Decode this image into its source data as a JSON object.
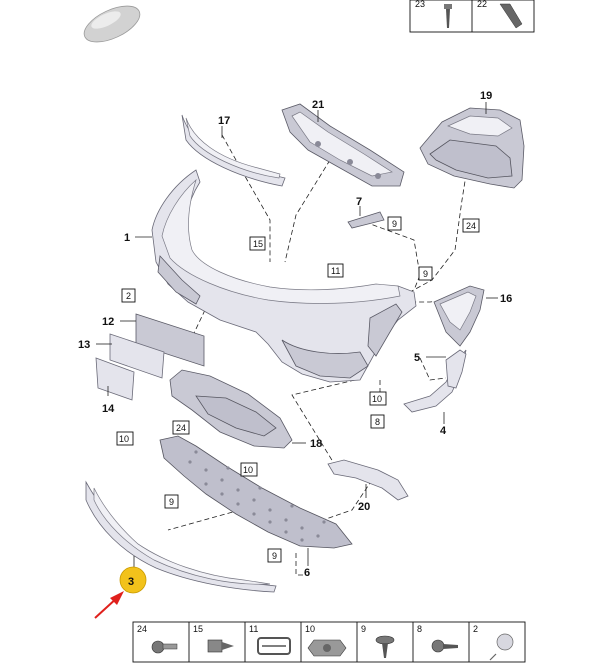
{
  "callouts": {
    "c1": "1",
    "c2": "2",
    "c3": "3",
    "c4": "4",
    "c5": "5",
    "c6": "6",
    "c7": "7",
    "c8": "8",
    "c9a": "9",
    "c9b": "9",
    "c9c": "9",
    "c9d": "9",
    "c10a": "10",
    "c10b": "10",
    "c10c": "10",
    "c11": "11",
    "c12": "12",
    "c13": "13",
    "c14": "14",
    "c15": "15",
    "c16": "16",
    "c17": "17",
    "c18": "18",
    "c19": "19",
    "c20": "20",
    "c21": "21",
    "c23": "23",
    "c22": "22",
    "c24a": "24",
    "c24b": "24"
  },
  "fastener_strip": [
    "24",
    "15",
    "11",
    "10",
    "9",
    "8",
    "2"
  ],
  "highlight": {
    "label": "3",
    "color": "#f2c21b",
    "arrow_color": "#e0201c"
  }
}
